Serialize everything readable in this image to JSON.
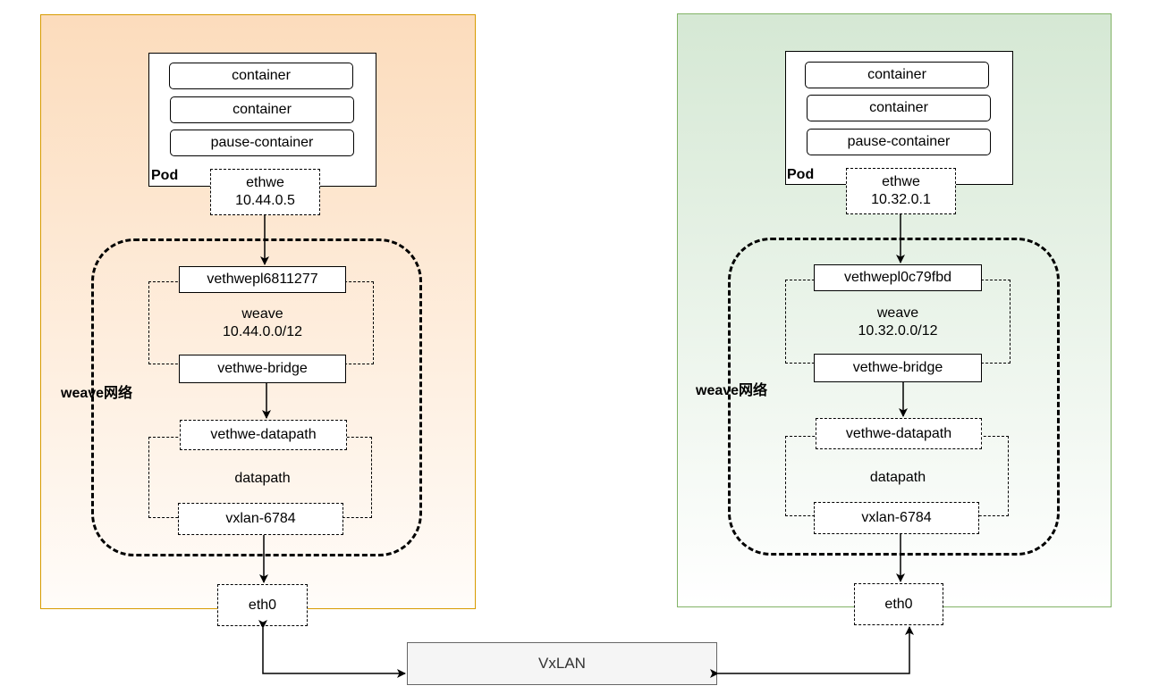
{
  "left_host": {
    "pod": {
      "containers": [
        "container",
        "container",
        "pause-container"
      ],
      "label": "Pod",
      "ethwe_name": "ethwe",
      "ethwe_ip": "10.44.0.5"
    },
    "network_label": "weave网络",
    "veth_pair": "vethwepl6811277",
    "bridge_name": "weave",
    "bridge_cidr": "10.44.0.0/12",
    "bridge_port": "vethwe-bridge",
    "datapath_port": "vethwe-datapath",
    "datapath_name": "datapath",
    "vxlan_port": "vxlan-6784",
    "eth0": "eth0"
  },
  "right_host": {
    "pod": {
      "containers": [
        "container",
        "container",
        "pause-container"
      ],
      "label": "Pod",
      "ethwe_name": "ethwe",
      "ethwe_ip": "10.32.0.1"
    },
    "network_label": "weave网络",
    "veth_pair": "vethwepl0c79fbd",
    "bridge_name": "weave",
    "bridge_cidr": "10.32.0.0/12",
    "bridge_port": "vethwe-bridge",
    "datapath_port": "vethwe-datapath",
    "datapath_name": "datapath",
    "vxlan_port": "vxlan-6784",
    "eth0": "eth0"
  },
  "tunnel": {
    "label": "VxLAN"
  },
  "colors": {
    "left_fill_top": "#fcdcbc",
    "left_border": "#d79b00",
    "right_fill_top": "#d5e8d4",
    "right_border": "#82b366",
    "tunnel_fill": "#f5f5f5",
    "tunnel_border": "#666666"
  }
}
